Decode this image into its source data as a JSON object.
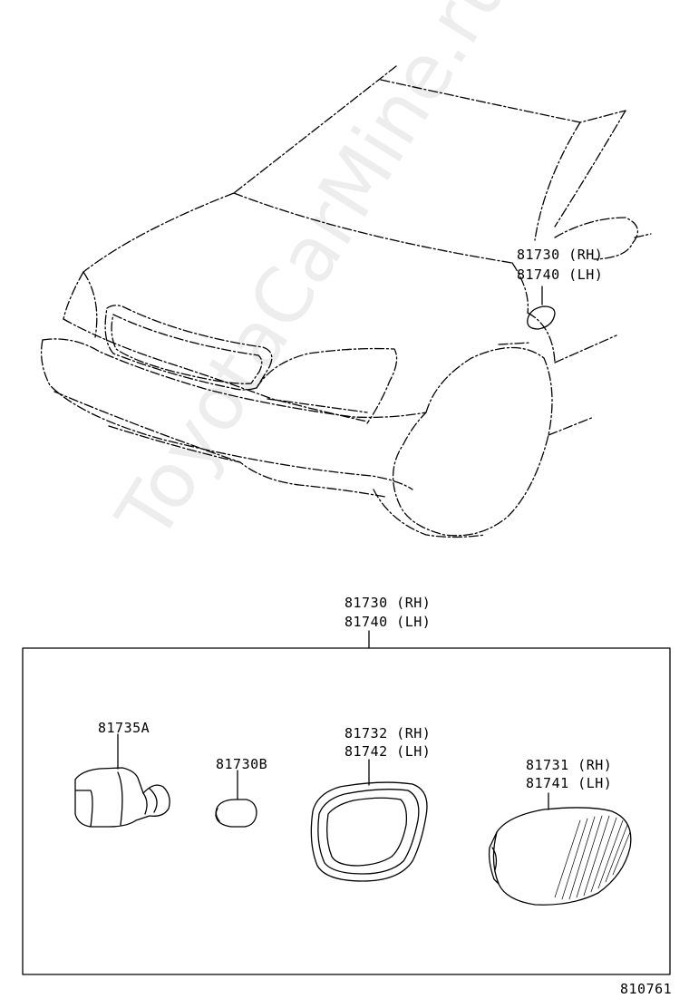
{
  "watermark": "ToyotaCarMine.ru",
  "diagram_id": "810761",
  "callouts": {
    "car_lamp_rh": "81730 (RH)",
    "car_lamp_lh": "81740 (LH)",
    "assembly_rh": "81730 (RH)",
    "assembly_lh": "81740 (LH)",
    "socket": "81735A",
    "bulb": "81730B",
    "gasket_rh": "81732 (RH)",
    "gasket_lh": "81742 (LH)",
    "lens_rh": "81731 (RH)",
    "lens_lh": "81741 (LH)"
  }
}
